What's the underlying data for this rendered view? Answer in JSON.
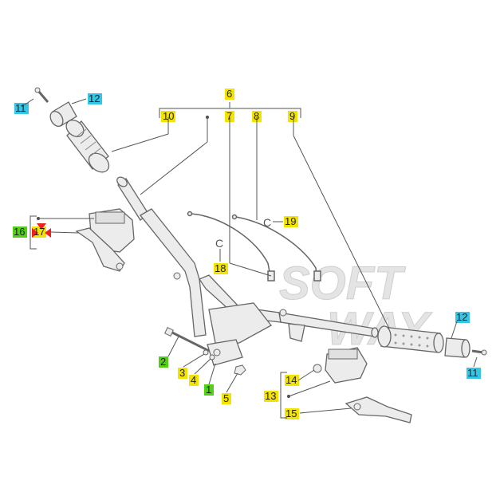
{
  "diagram": {
    "watermark_line1": "SOFT",
    "watermark_line2": "WAY",
    "labels": {
      "l1": "1",
      "l2": "2",
      "l3": "3",
      "l4": "4",
      "l5": "5",
      "l6": "6",
      "l7": "7",
      "l8": "8",
      "l9": "9",
      "l10": "10",
      "l11a": "11",
      "l11b": "11",
      "l12a": "12",
      "l12b": "12",
      "l13": "13",
      "l14": "14",
      "l15": "15",
      "l16": "16",
      "l17": "17",
      "l18": "18",
      "l19": "19"
    },
    "colors": {
      "highlight_yellow": "#f3e400",
      "highlight_cyan": "#35c6e6",
      "highlight_green": "#52d016",
      "highlight_red": "#ee2020",
      "watermark": "#e2e2e2"
    }
  }
}
